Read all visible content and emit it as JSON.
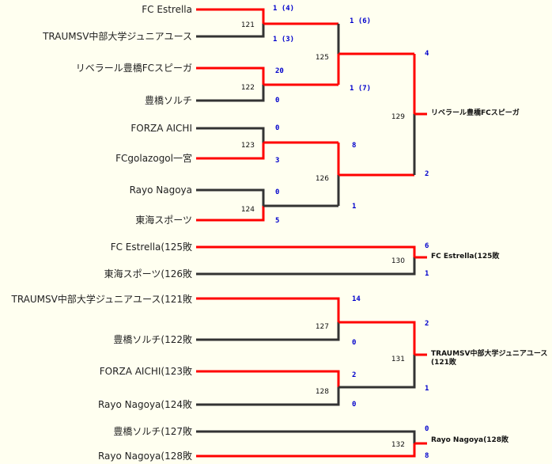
{
  "colors": {
    "win_line": "#ff0000",
    "lose_line": "#333333",
    "score": "#0000cc",
    "background": "#fffff0"
  },
  "teams": [
    "FC Estrella",
    "TRAUMSV中部大学ジュニアユース",
    "リベラール豊橋FCスピーガ",
    "豊橋ソルチ",
    "FORZA AICHI",
    "FCgolazogol一宮",
    "Rayo Nagoya",
    "東海スポーツ",
    "FC Estrella(125敗",
    "東海スポーツ(126敗",
    "TRAUMSV中部大学ジュニアユース(121敗",
    "豊橋ソルチ(122敗",
    "FORZA AICHI(123敗",
    "Rayo Nagoya(124敗",
    "豊橋ソルチ(127敗",
    "Rayo Nagoya(128敗"
  ],
  "matches": [
    "121",
    "122",
    "123",
    "124",
    "125",
    "126",
    "129",
    "130",
    "127",
    "128",
    "131",
    "132"
  ],
  "scores": [
    "1 (4)",
    "1 (3)",
    "20",
    "0",
    "0",
    "3",
    "0",
    "5",
    "1 (6)",
    "1 (7)",
    "8",
    "1",
    "4",
    "2",
    "6",
    "1",
    "14",
    "0",
    "2",
    "0",
    "2",
    "1",
    "0",
    "8"
  ],
  "winners": [
    "リベラール豊橋FCスピーガ",
    "FC Estrella(125敗",
    "TRAUMSV中部大学ジュニアユース(121敗",
    "Rayo Nagoya(128敗"
  ]
}
